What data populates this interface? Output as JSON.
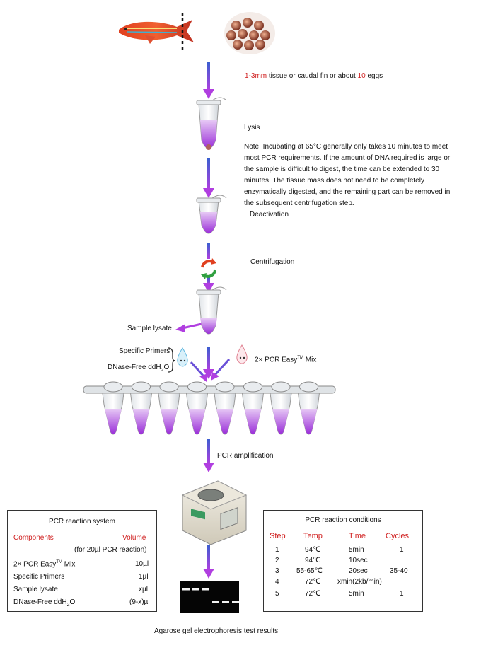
{
  "colors": {
    "arrow_blue": "#3a5fd0",
    "arrow_purple": "#b03ee0",
    "liquid": "#a040e0",
    "red_text": "#d02020"
  },
  "step0": {
    "amount1": "1-3mm",
    "mid": " tissue or caudal fin or about ",
    "amount2": "10",
    "tail": " eggs"
  },
  "lysis": {
    "label": "Lysis",
    "note": "Note: Incubating at 65°C generally only takes 10 minutes to meet most PCR requirements. If the amount of DNA required is large or the sample is difficult to digest, the time can be extended to 30 minutes. The tissue mass does not need to be completely enzymatically digested, and the remaining part can be removed in the subsequent centrifugation step."
  },
  "deactivation": "Deactivation",
  "centrifugation": "Centrifugation",
  "sample_lysate": "Sample lysate",
  "reagents": {
    "primers": "Specific Primers",
    "water": "DNase-Free ddH",
    "water_sub": "2",
    "water_tail": "O",
    "mix_pre": "2× PCR Easy",
    "mix_sup": "TM",
    "mix_tail": " Mix"
  },
  "pcr_amplification": "PCR amplification",
  "system_table": {
    "title": "PCR reaction system",
    "col1": "Components",
    "col2": "Volume",
    "subtitle": "(for 20µl PCR reaction)",
    "rows": [
      {
        "name": "2× PCR Easy",
        "sup": "TM",
        "tail": " Mix",
        "value": "10µl"
      },
      {
        "name": "Specific Primers",
        "sup": "",
        "tail": "",
        "value": "1µl"
      },
      {
        "name": "Sample lysate",
        "sup": "",
        "tail": "",
        "value": "xµl"
      },
      {
        "name": "DNase-Free ddH",
        "sub": "2",
        "tail": "O",
        "value": "(9-x)µl"
      }
    ]
  },
  "conditions_table": {
    "title": "PCR reaction conditions",
    "headers": [
      "Step",
      "Temp",
      "Time",
      "Cycles"
    ],
    "rows": [
      {
        "step": "1",
        "temp": "94℃",
        "time": "5min",
        "cycles": "1"
      },
      {
        "step": "2",
        "temp": "94℃",
        "time": "10sec",
        "cycles": ""
      },
      {
        "step": "3",
        "temp": "55-65℃",
        "time": "20sec",
        "cycles": ""
      },
      {
        "step": "4",
        "temp": "72℃",
        "time": "xmin(2kb/min)",
        "cycles": ""
      },
      {
        "step": "5",
        "temp": "72℃",
        "time": "5min",
        "cycles": "1"
      }
    ],
    "bracket_cycles": "35-40"
  },
  "gel_caption": "Agarose gel electrophoresis test results"
}
